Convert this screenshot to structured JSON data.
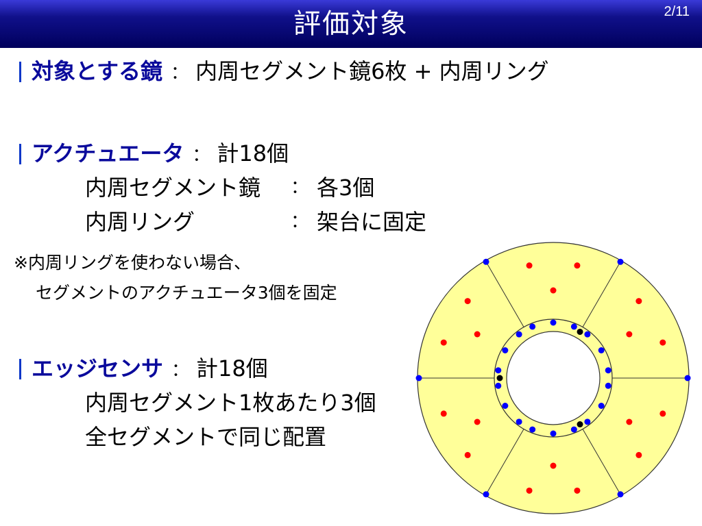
{
  "header": {
    "title": "評価対象",
    "page": "2/11"
  },
  "sections": [
    {
      "heading": "対象とする鏡",
      "colon": "：",
      "value": "内周セグメント鏡6枚 + 内周リング"
    },
    {
      "heading": "アクチュエータ",
      "colon": "：",
      "value": "計18個",
      "details": [
        {
          "label": "内周セグメント鏡",
          "colon": "：",
          "value": "各3個"
        },
        {
          "label": "内周リング",
          "colon": "：",
          "value": "架台に固定"
        }
      ]
    },
    {
      "heading": "エッジセンサ",
      "colon": "：",
      "value": "計18個",
      "details": [
        {
          "text": "内周セグメント1枚あたり3個"
        },
        {
          "text": "全セグメントで同じ配置"
        }
      ]
    }
  ],
  "note": {
    "line1": "※内周リングを使わない場合、",
    "line2": "セグメントのアクチュエータ3個を固定"
  },
  "diagram": {
    "fill": "#ffff99",
    "stroke": "#333333",
    "actuator_color": "#ff0000",
    "sensor_color": "#0000ff",
    "fixed_color": "#000000"
  }
}
